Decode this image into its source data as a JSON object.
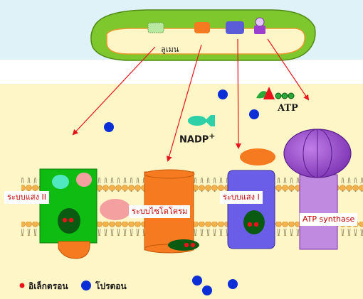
{
  "labels": {
    "lumen": "ลูเมน",
    "photosystem_2": "ระบบแสง II",
    "cytochrome": "ระบบไซโตโครม",
    "photosystem_1": "ระบบแสง I",
    "atp_synthase": "ATP synthase",
    "atp": "ATP",
    "nadp": "NADP",
    "nadp_charge": "+"
  },
  "legend": {
    "electron": "อิเล็กตรอน",
    "proton": "โปรตอน"
  },
  "colors": {
    "arrow": "#e8131b",
    "proton": "#0c2ed6",
    "electron": "#e8131b",
    "photosystem_2": "#0fbd12",
    "cytochrome": "#f57a20",
    "photosystem_1": "#6a5ee8",
    "atp_synthase": "#b56ed8",
    "stroma": "#fff6c8"
  }
}
